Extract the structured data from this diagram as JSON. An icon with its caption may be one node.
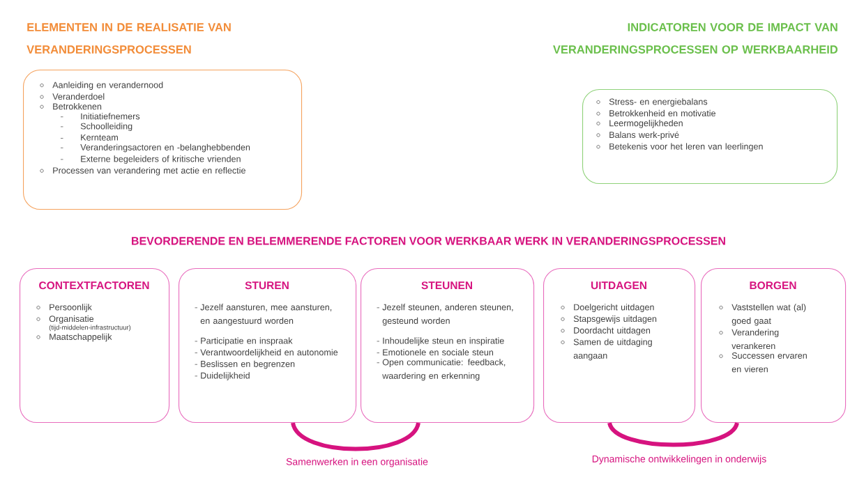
{
  "diagram": {
    "nodes": [
      {
        "text": [
          "ELEMENTEN IN DE REALISATIE VAN VERANDERINGSPROCESSEN",
          "Aanleiding en verandernood",
          "Veranderdoel",
          "Betrokkenen",
          "Initiatiefnemers",
          "Schoolleiding",
          "Kernteam",
          "Veranderingsactoren en -belanghebbenden",
          "Externe begeleiders of kritische vrienden",
          "Processen van verandering met actie en reflectie"
        ]
      },
      {
        "text": [
          "INDICATOREN VOOR DE IMPACT VAN VERANDERINGSPROCESSEN OP WERKBAARHEID",
          "Stress- en energiebalans",
          "Betrokkenheid en motivatie",
          "Leermogelijkheden",
          "Balans werk-privé",
          "Betekenis voor het leren van leerlingen"
        ]
      },
      {
        "text": [
          "CONTEXTFACTOREN",
          "Persoonlijk",
          "Organisatie",
          "(tijd-middelen-infrastructuur)",
          "Maatschappelijk"
        ]
      },
      {
        "text": [
          "STUREN",
          "Jezelf aansturen, mee aansturen, en aangestuurd worden",
          "Participatie en inspraak",
          "Verantwoordelijkheid en autonomie",
          "Beslissen en begrenzen",
          "Duidelijkheid"
        ]
      },
      {
        "text": [
          "STEUNEN",
          "Jezelf steunen, anderen steunen, gesteund worden",
          "Inhoudelijke steun en inspiratie",
          "Emotionele en sociale steun",
          "Open communicatie: feedback, waardering en erkenning"
        ]
      },
      {
        "text": [
          "UITDAGEN",
          "Doelgericht uitdagen",
          "Stapsgewijs uitdagen",
          "Doordacht uitdagen",
          "Samen de uitdaging aangaan"
        ]
      },
      {
        "text": [
          "BORGEN",
          "Vaststellen wat (al) goed gaat",
          "Verandering verankeren",
          "Successen ervaren en vieren"
        ]
      }
    ],
    "edges": [
      {
        "from": 3,
        "to": 4,
        "arrow": "none",
        "label": "Samenwerken in een organisatie"
      },
      {
        "from": 5,
        "to": 6,
        "arrow": "none",
        "label": "Dynamische ontwikkelingen in onderwijs"
      }
    ],
    "labels": [
      "BEVORDERENDE EN BELEMMERENDE FACTOREN VOOR WERKBAAR WERK IN VERANDERINGSPROCESSEN"
    ]
  }
}
